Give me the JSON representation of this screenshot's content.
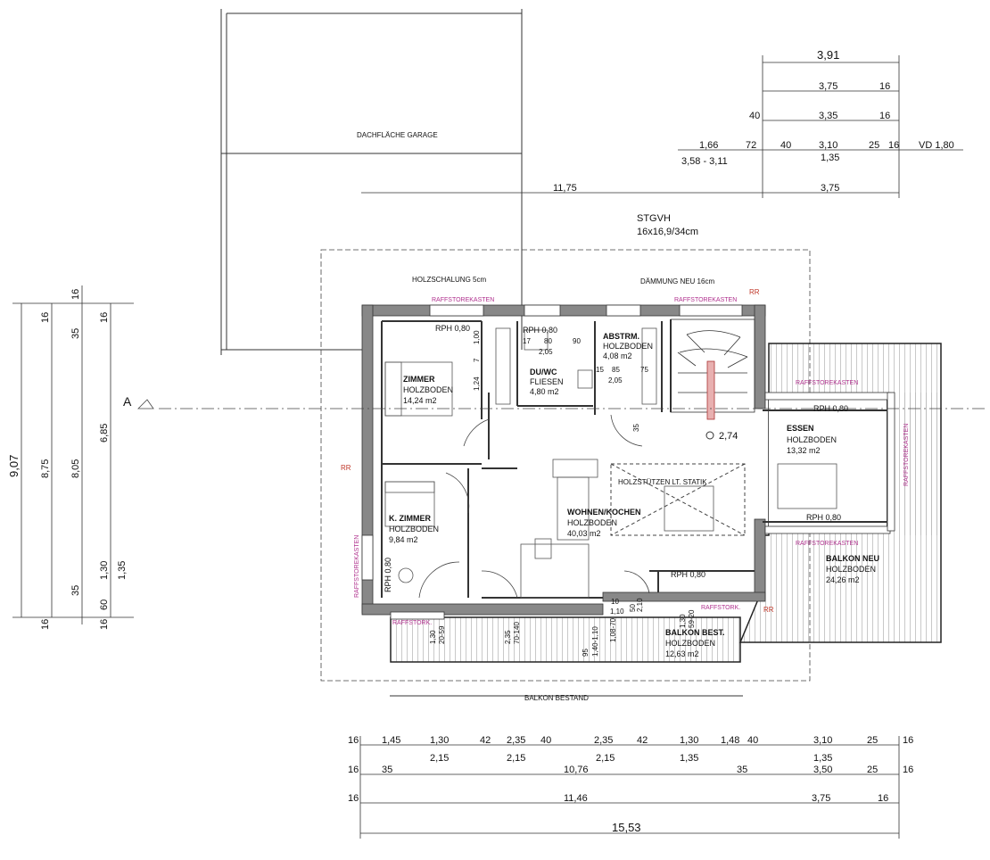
{
  "labels": {
    "garage": "DACHFLÄCHE GARAGE",
    "stgvh": "STGVH",
    "stair_spec": "16x16,9/34cm",
    "holzschalung": "HOLZSCHALUNG 5cm",
    "daemmung": "DÄMMUNG NEU 16cm",
    "section_a": "A",
    "holzstuetzen": "HOLZSTÜTZEN LT. STATIK",
    "level": "2,74",
    "balkon_bestand": "BALKON BESTAND",
    "raffstore": "RAFFSTOREKASTEN",
    "raffstore_short": "RAFFSTORK.",
    "rr": "RR"
  },
  "rooms": {
    "zimmer": {
      "name": "ZIMMER",
      "floor": "HOLZBODEN",
      "area": "14,24 m2"
    },
    "kzimmer": {
      "name": "K. ZIMMER",
      "floor": "HOLZBODEN",
      "area": "9,84 m2"
    },
    "duwc": {
      "name": "DU/WC",
      "floor": "FLIESEN",
      "area": "4,80 m2"
    },
    "abstrm": {
      "name": "ABSTRM.",
      "floor": "HOLZBODEN",
      "area": "4,08 m2"
    },
    "wohnen": {
      "name": "WOHNEN/KOCHEN",
      "floor": "HOLZBODEN",
      "area": "40,03 m2"
    },
    "essen": {
      "name": "ESSEN",
      "floor": "HOLZBODEN",
      "area": "13,32 m2"
    },
    "balkon_neu": {
      "name": "BALKON NEU",
      "floor": "HOLZBODEN",
      "area": "24,26 m2"
    },
    "balkon_best": {
      "name": "BALKON BEST.",
      "floor": "HOLZBODEN",
      "area": "12,63 m2"
    }
  },
  "rph": {
    "zimmer": "RPH 0,80",
    "bath": "RPH 0,80",
    "kzimmer": "RPH 0,80",
    "essen_top": "RPH 0,80",
    "essen_bottom": "RPH 0,80",
    "wohnen": "RPH 0,80"
  },
  "inner_dims": {
    "d_1_00": "1,00",
    "d_7": "7",
    "d_1_24": "1,24",
    "d_17": "17",
    "d_80": "80",
    "d_90": "90",
    "d_2_05a": "2,05",
    "d_15": "15",
    "d_85": "85",
    "d_75": "75",
    "d_2_05b": "2,05",
    "d_35": "35",
    "b_1_30a": "1,30",
    "b_20_59": "20-59",
    "b_2_35": "2,35",
    "b_70_140": "70-140",
    "b_95": "95",
    "b_1_40_1_10": "1,40-1,10",
    "b_1_08_70": "1,08-70",
    "b_10": "10",
    "b_1_10": "1,10",
    "b_50": "50",
    "b_2_10": "2,10",
    "b_1_30b": "1,30",
    "b_59_20": "59-20"
  },
  "top_dims": {
    "r1": {
      "total": "3,91"
    },
    "r2": {
      "a": "3,75",
      "b": "16"
    },
    "r3": {
      "a": "40",
      "b": "3,35",
      "c": "16"
    },
    "r4": {
      "a": "1,66",
      "b": "72",
      "c": "40",
      "d": "3,10",
      "e": "25",
      "f": "16",
      "g": "VD 1,80"
    },
    "r4_sub": {
      "a": "3,58 - 3,11",
      "b": "1,35"
    },
    "r5": {
      "a": "11,75",
      "b": "3,75"
    }
  },
  "left_dims": {
    "c1": {
      "total": "9,07",
      "a": "16",
      "b": "16"
    },
    "c2": {
      "total": "8,75",
      "a": "16",
      "b": "16"
    },
    "c3": {
      "total": "8,05",
      "a": "35",
      "b": "35"
    },
    "c4": {
      "a": "16",
      "b": "16",
      "c": "6,85",
      "d": "1,30",
      "e": "60"
    },
    "c5": {
      "a": "1,35"
    }
  },
  "bottom_dims": {
    "r1": [
      "16",
      "1,45",
      "1,30",
      "42",
      "2,35",
      "40",
      "2,35",
      "42",
      "1,30",
      "1,48",
      "40",
      "3,10",
      "25",
      "16"
    ],
    "r1_sub": [
      "2,15",
      "2,15",
      "2,15",
      "1,35",
      "1,35"
    ],
    "r2": [
      "16",
      "35",
      "10,76",
      "35",
      "3,50",
      "25",
      "16"
    ],
    "r3": [
      "16",
      "11,46",
      "3,75",
      "16"
    ],
    "r4": "15,53"
  }
}
